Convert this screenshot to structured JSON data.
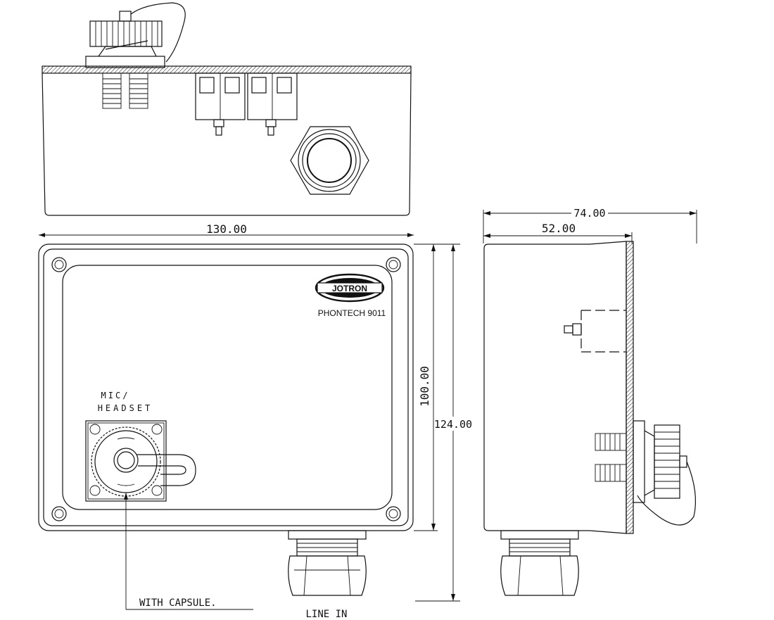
{
  "dimensions": {
    "top_width": "130.00",
    "side_depth_total": "74.00",
    "side_depth_body": "52.00",
    "inner_height": "100.00",
    "total_height": "124.00"
  },
  "labels": {
    "brand": "JOTRON",
    "model": "PHONTECH 9011",
    "mic_line1": "MIC/",
    "mic_line2": "HEADSET",
    "capsule_note": "WITH CAPSULE.",
    "line_in": "LINE IN"
  }
}
